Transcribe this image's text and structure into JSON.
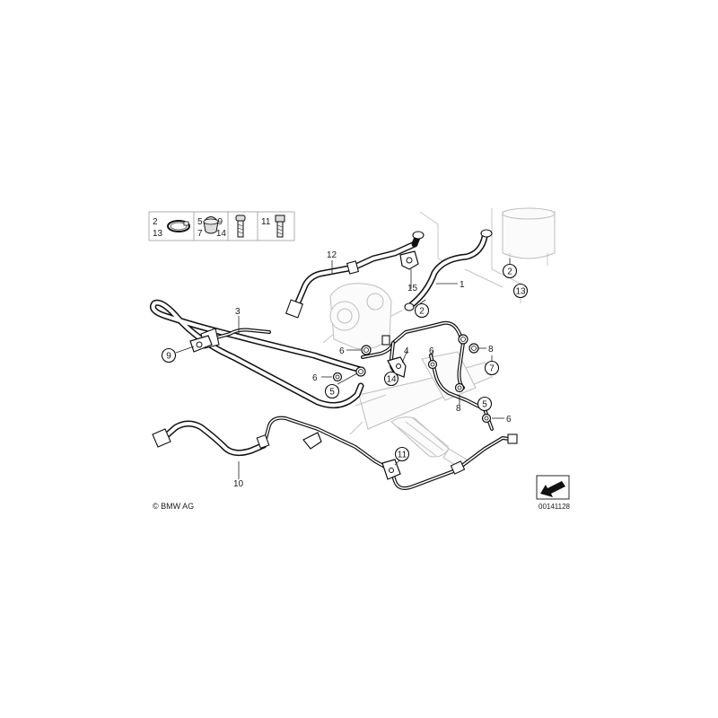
{
  "legend": {
    "cells": [
      {
        "numbers": [
          "2",
          "13"
        ],
        "icon": "hose-clamp-icon"
      },
      {
        "numbers": [
          "5",
          "7"
        ],
        "icon": "sealing-washer-icon"
      },
      {
        "numbers": [
          "9",
          "14"
        ],
        "icon": "bolt-icon"
      },
      {
        "numbers": [
          "11"
        ],
        "icon": "hex-bolt-icon"
      }
    ]
  },
  "callouts": {
    "c1": "1",
    "c2a": "2",
    "c2b": "2",
    "c3": "3",
    "c4": "4",
    "c5a": "5",
    "c5b": "5",
    "c6a": "6",
    "c6b": "6",
    "c6c": "6",
    "c6d": "6",
    "c7": "7",
    "c8a": "8",
    "c8b": "8",
    "c9": "9",
    "c10": "10",
    "c11": "11",
    "c12": "12",
    "c13": "13",
    "c14": "14",
    "c15": "15"
  },
  "copyright": "© BMW AG",
  "diagram_number": "00141128"
}
